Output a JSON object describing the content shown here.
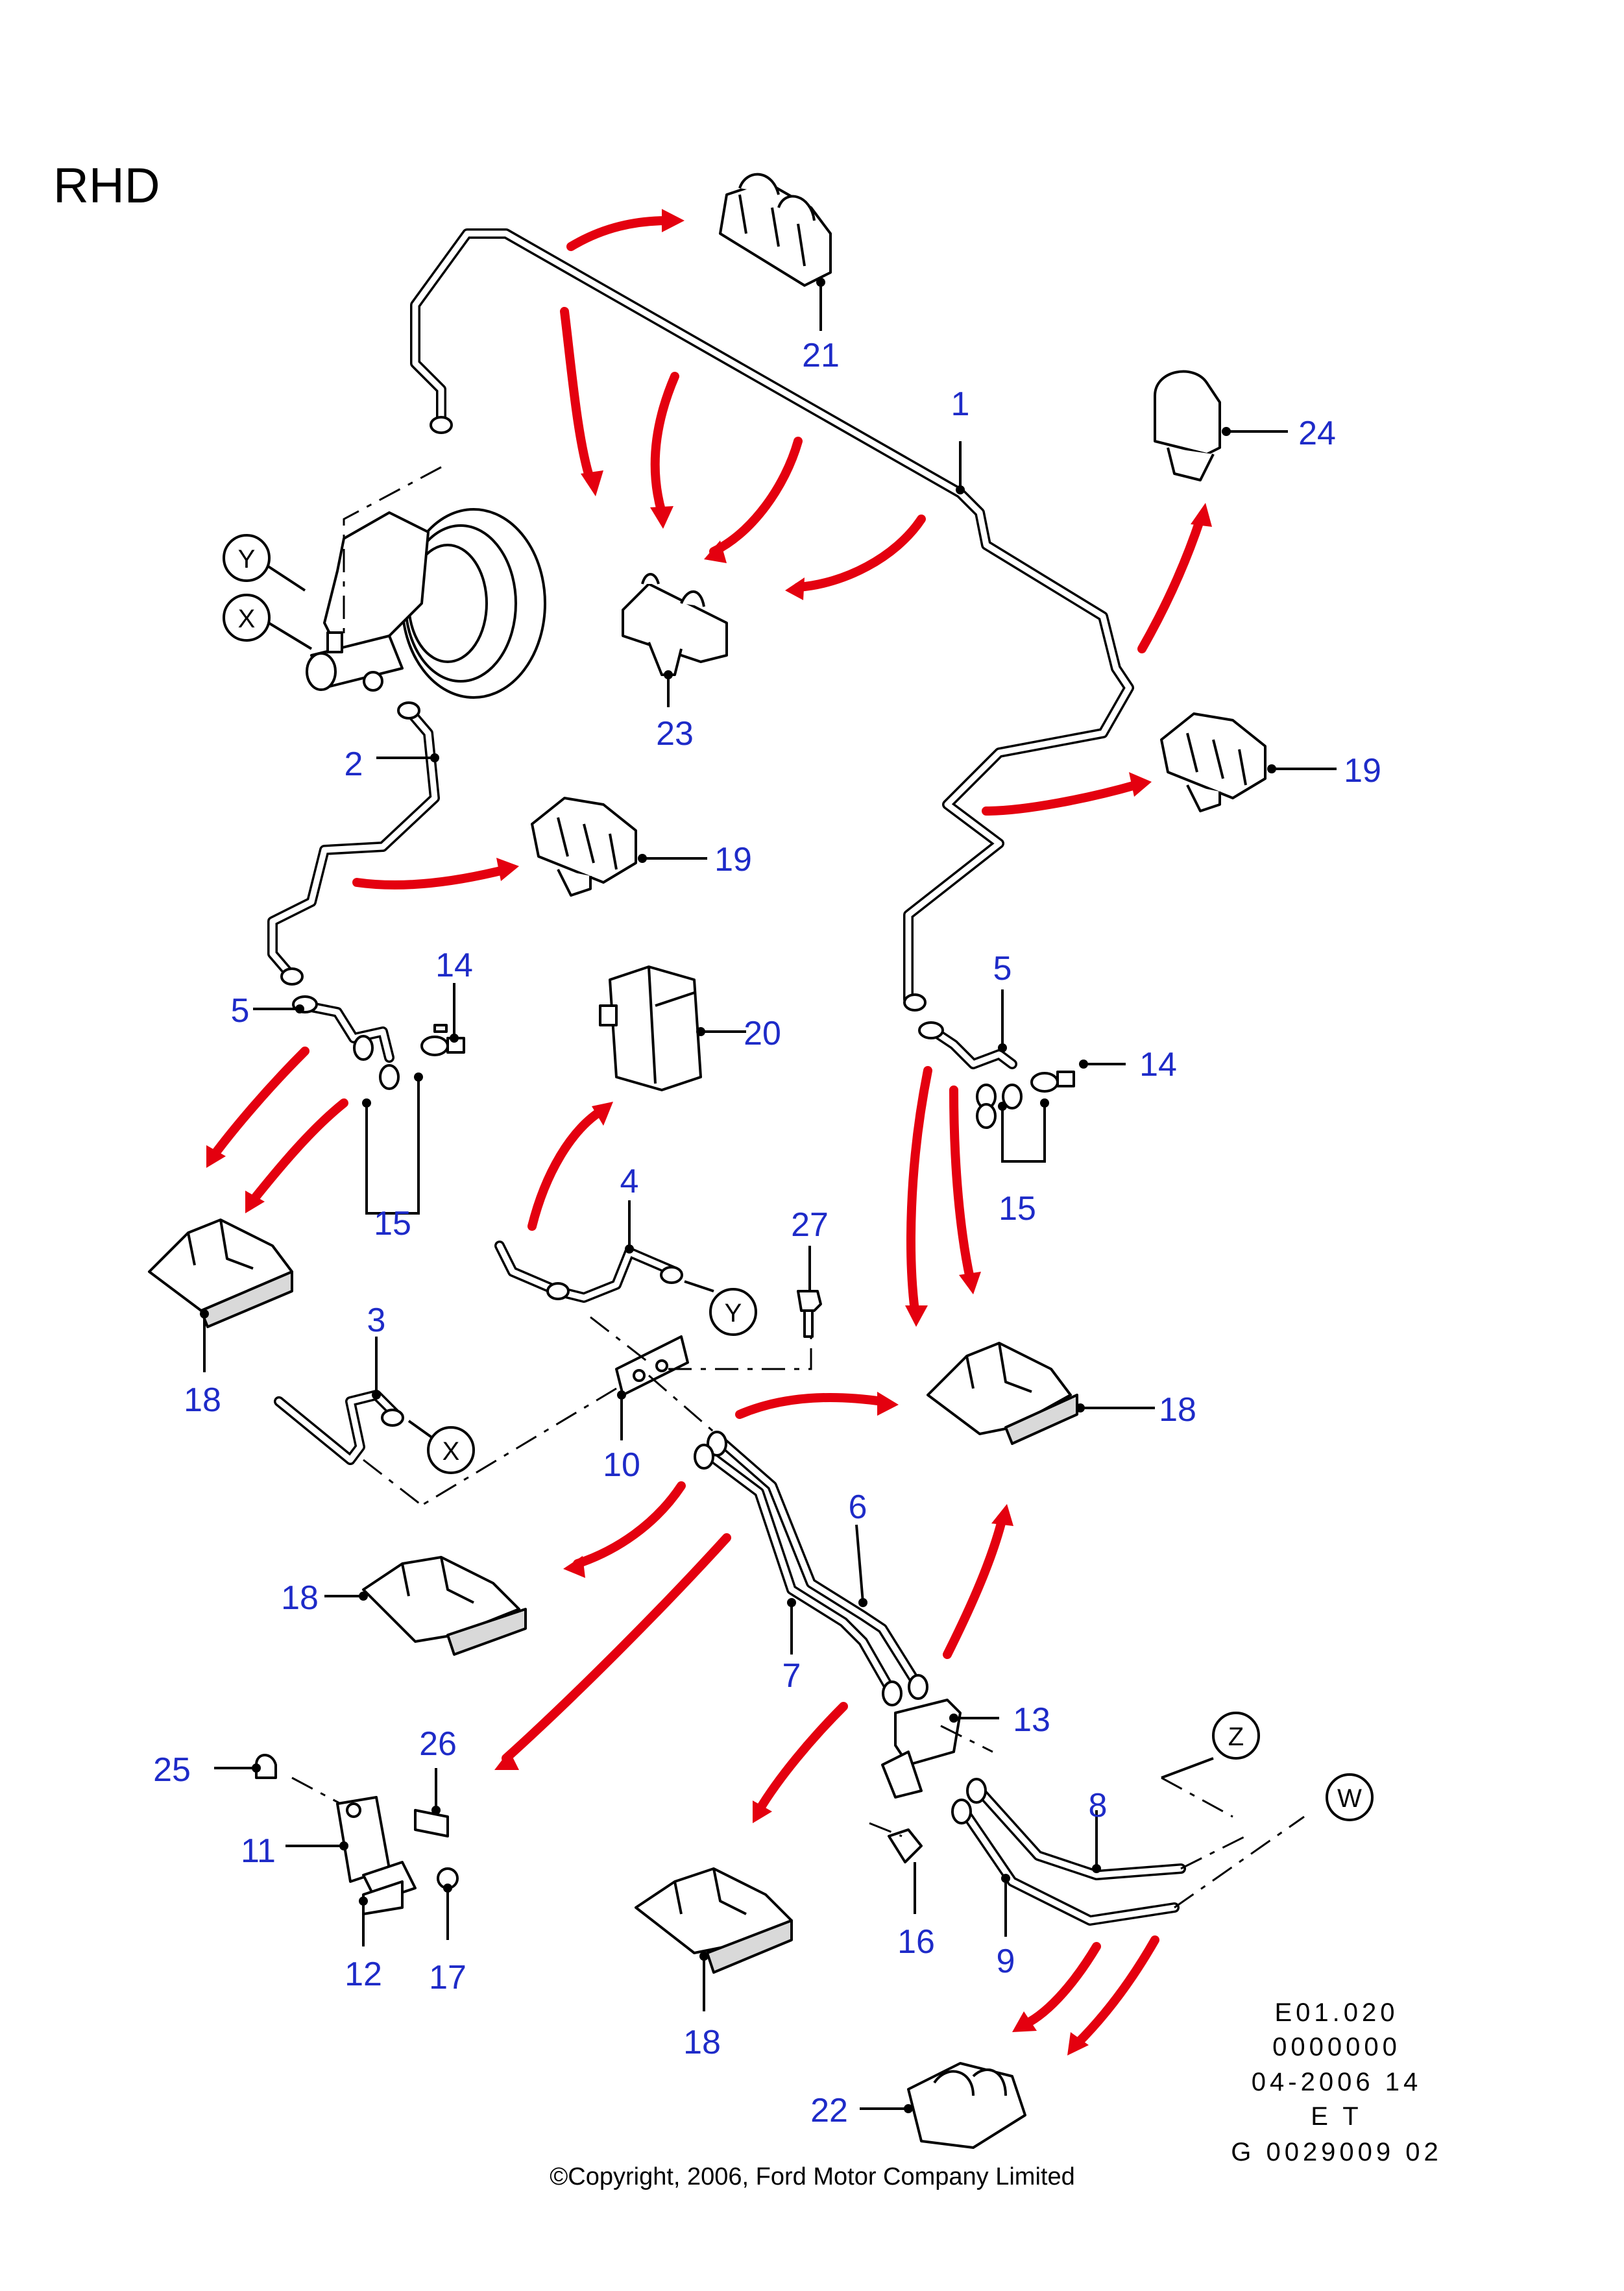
{
  "title": "RHD",
  "part_numbers": {
    "p1": "1",
    "p2": "2",
    "p3": "3",
    "p4": "4",
    "p5a": "5",
    "p5b": "5",
    "p6": "6",
    "p7": "7",
    "p8": "8",
    "p9": "9",
    "p10": "10",
    "p11": "11",
    "p12": "12",
    "p13": "13",
    "p14a": "14",
    "p14b": "14",
    "p15a": "15",
    "p15b": "15",
    "p16": "16",
    "p17": "17",
    "p18a": "18",
    "p18b": "18",
    "p18c": "18",
    "p18d": "18",
    "p19a": "19",
    "p19b": "19",
    "p20": "20",
    "p21": "21",
    "p22": "22",
    "p23": "23",
    "p24": "24",
    "p25": "25",
    "p26": "26",
    "p27": "27"
  },
  "connectors": {
    "y_top": "Y",
    "x_top": "X",
    "y_mid": "Y",
    "x_mid": "X",
    "z": "Z",
    "w": "W"
  },
  "reference": {
    "line1": "E01.020",
    "line2": "0000000",
    "line3": "04-2006 14",
    "line4": "E T",
    "line5": "G 0029009 02"
  },
  "copyright": "©Copyright, 2006, Ford Motor Company Limited",
  "colors": {
    "part_number": "#1e2bc8",
    "arrow": "#e4000f",
    "line": "#000000"
  }
}
